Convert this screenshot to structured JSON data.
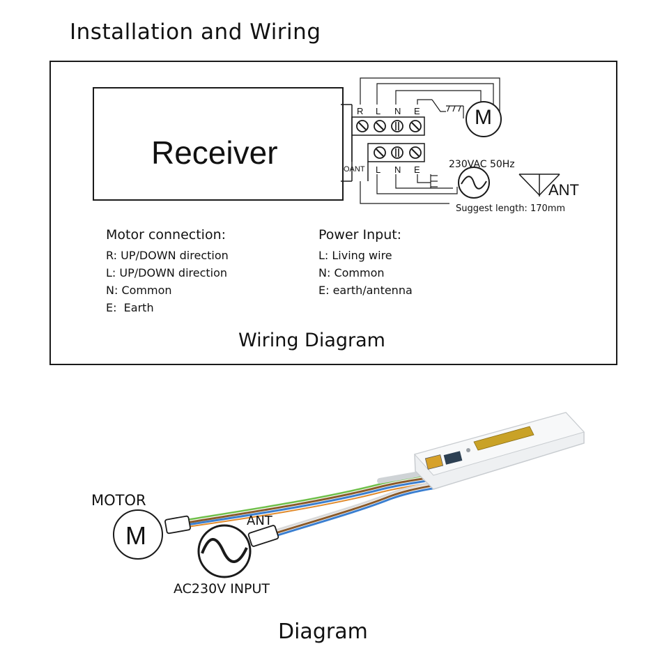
{
  "title": "Installation and Wiring",
  "receiver": {
    "label": "Receiver"
  },
  "terminals": {
    "top": [
      "R",
      "L",
      "N",
      "E"
    ],
    "bottom_prefix": "OANT",
    "bottom": [
      "L",
      "N",
      "E"
    ]
  },
  "power_label": "230VAC 50Hz",
  "motor_symbol": "M",
  "antenna": {
    "label": "ANT",
    "note": "Suggest length: 170mm"
  },
  "motor_connection": {
    "heading": "Motor connection:",
    "items": [
      "R: UP/DOWN direction",
      "L: UP/DOWN direction",
      "N: Common",
      "E:  Earth"
    ]
  },
  "power_input": {
    "heading": "Power Input:",
    "items": [
      "L: Living wire",
      "N: Common",
      "E: earth/antenna"
    ]
  },
  "wiring_caption": "Wiring Diagram",
  "product": {
    "motor_label": "MOTOR",
    "ant_label": "ANT",
    "input_label": "AC230V INPUT",
    "motor_symbol": "M"
  },
  "bottom_caption": "Diagram",
  "colors": {
    "line": "#1a1a1a",
    "wire_blue": "#3b7fd0",
    "wire_brown": "#8a5a2b",
    "wire_green": "#6fbf4a",
    "module": "#eef0f2"
  }
}
